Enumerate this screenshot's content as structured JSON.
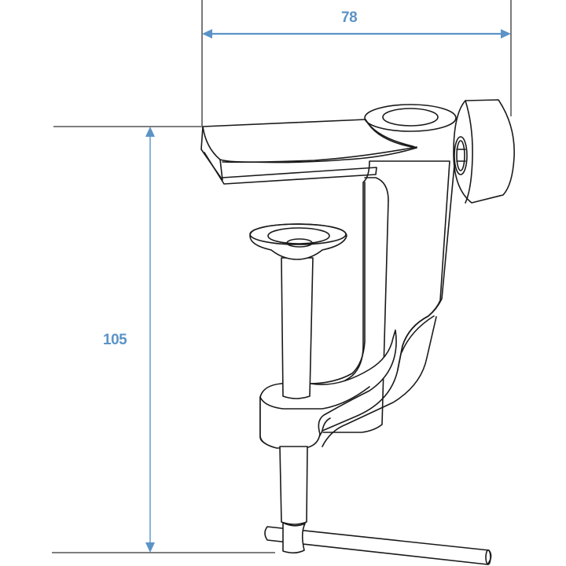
{
  "drawing": {
    "subject": "table clamp",
    "dimensions": {
      "width": {
        "value": "78",
        "color": "#5b93c7"
      },
      "height": {
        "value": "105",
        "color": "#5b93c7"
      }
    },
    "line_color": "#1a1a1a",
    "dimension_color": "#5b93c7"
  }
}
